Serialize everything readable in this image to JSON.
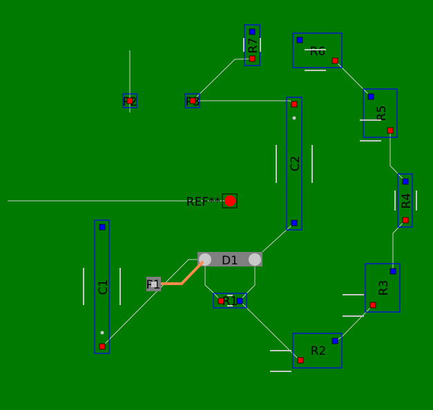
{
  "board": {
    "background_color": "#007a00",
    "trace_color": "#ff8c4a"
  },
  "components": {
    "R7": "R7",
    "R6": "R6",
    "R5": "R5",
    "R4": "R4",
    "R3": "R3",
    "R2": "R2",
    "R1": "R1",
    "C1": "C1",
    "C2": "C2",
    "D1": "D1",
    "P1": "P1",
    "P2": "P2",
    "P3": "P3",
    "REF": "REF**"
  }
}
